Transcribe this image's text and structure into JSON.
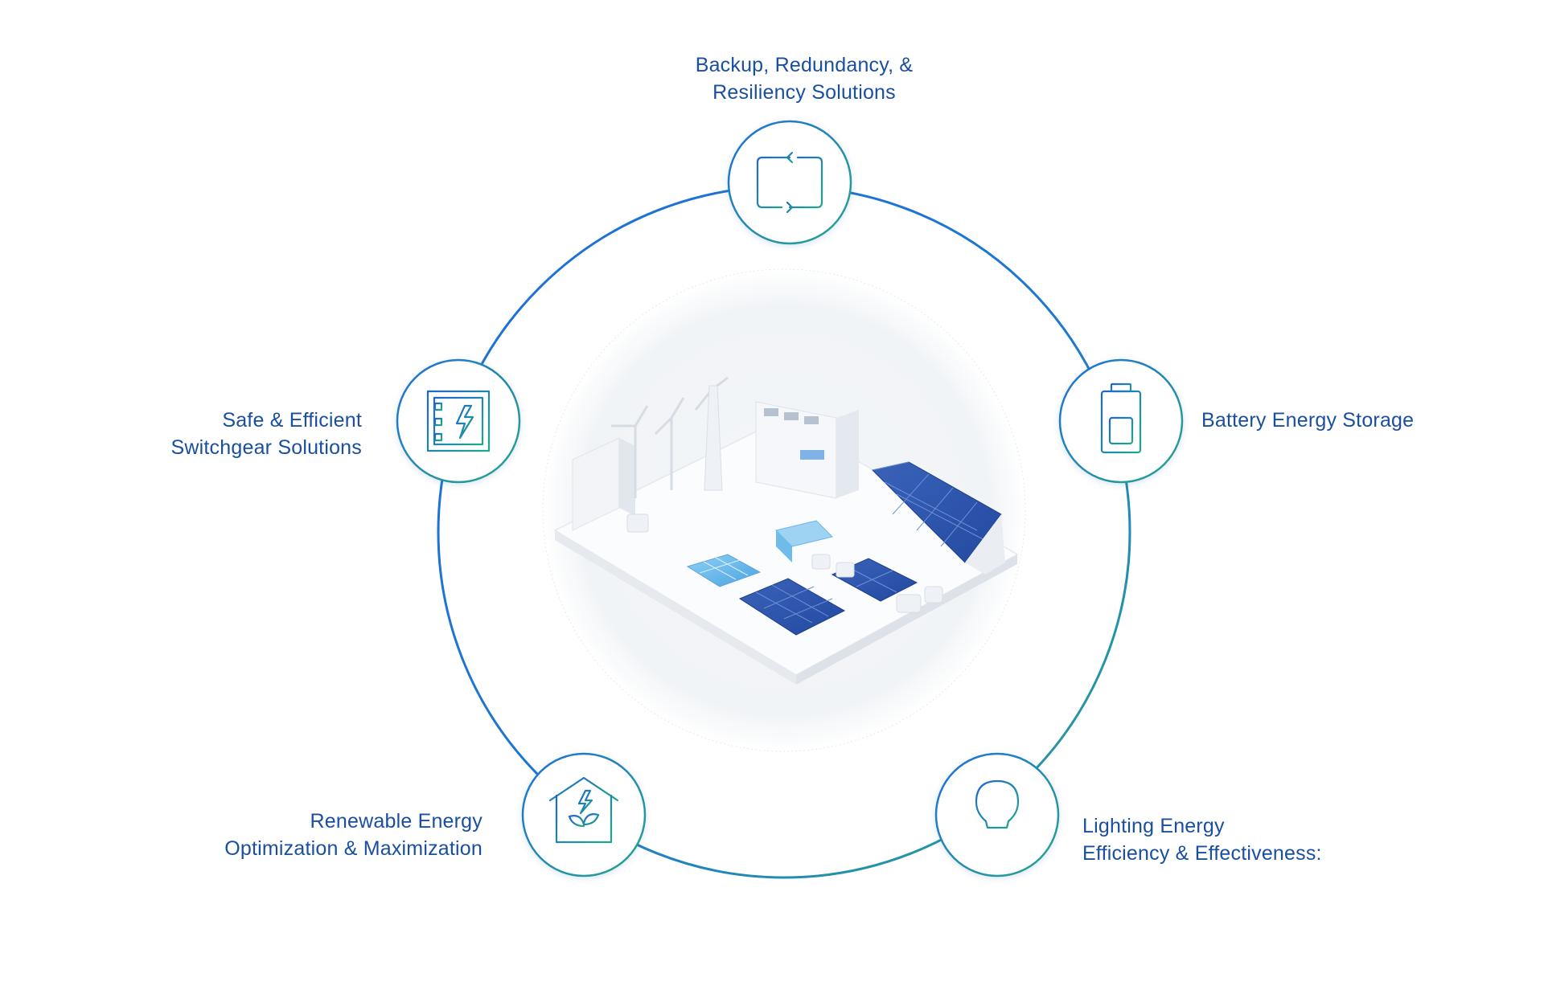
{
  "colors": {
    "text": "#1a4fa0",
    "ring_blue": "#1e6fd9",
    "ring_teal": "#2aa58a",
    "icon_blue": "#1f64d6",
    "icon_teal": "#1fa888",
    "center_bg": "#f2f5f8"
  },
  "center_illustration": {
    "icon": "energy-facility-illustration"
  },
  "nodes": [
    {
      "id": "backup",
      "icon": "sync-arrows-icon",
      "lines": [
        "Backup, Redundancy, &",
        "Resiliency Solutions"
      ]
    },
    {
      "id": "switchgear",
      "icon": "switchgear-cabinet-icon",
      "lines": [
        "Safe & Efficient",
        "Switchgear Solutions"
      ]
    },
    {
      "id": "battery",
      "icon": "battery-icon",
      "lines": [
        "Battery Energy Storage"
      ]
    },
    {
      "id": "renewable",
      "icon": "green-house-energy-icon",
      "lines": [
        "Renewable Energy",
        "Optimization & Maximization"
      ]
    },
    {
      "id": "lighting",
      "icon": "light-bulb-icon",
      "lines": [
        "Lighting Energy",
        "Efficiency & Effectiveness:"
      ]
    }
  ]
}
